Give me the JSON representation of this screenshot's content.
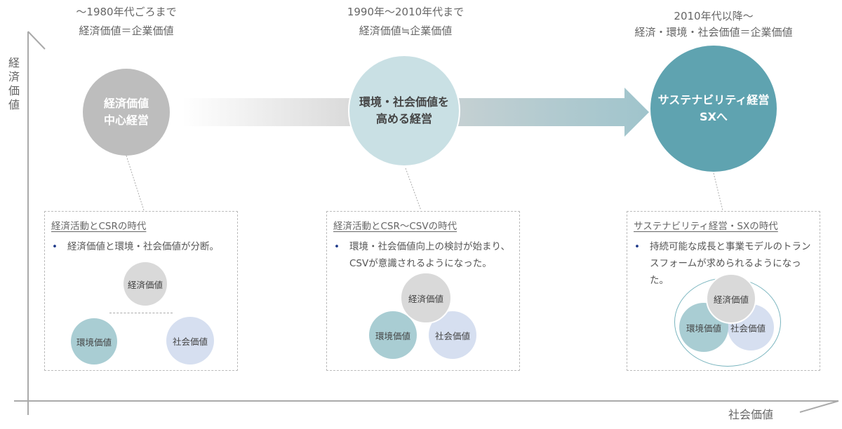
{
  "axes": {
    "y_label": "経済価値",
    "x_label": "社会価値"
  },
  "eras": [
    {
      "period": "〜1980年代ごろまで",
      "relation": "経済価値＝企業価値",
      "circle": "経済価値\n中心経営",
      "box_title": "経済活動とCSRの時代",
      "bullet": "経済価値と環境・社会価値が分断。"
    },
    {
      "period": "1990年〜2010年代まで",
      "relation": "経済価値≒企業価値",
      "circle": "環境・社会価値を\n高める経営",
      "box_title": "経済活動とCSR〜CSVの時代",
      "bullet": "環境・社会価値向上の検討が始まり、CSVが意識されるようになった。"
    },
    {
      "period": "2010年代以降〜",
      "relation": "経済・環境・社会価値＝企業価値",
      "circle": "サステナビリティ経営\nSXへ",
      "box_title": "サステナビリティ経営・SXの時代",
      "bullet": "持続可能な成長と事業モデルのトランスフォームが求められるようになった。"
    }
  ],
  "values": {
    "economic": "経済価値",
    "environmental": "環境価値",
    "social": "社会価値"
  },
  "colors": {
    "gray": "#bdbdbd",
    "light_teal": "#c9e0e4",
    "teal": "#5fa3b0"
  }
}
